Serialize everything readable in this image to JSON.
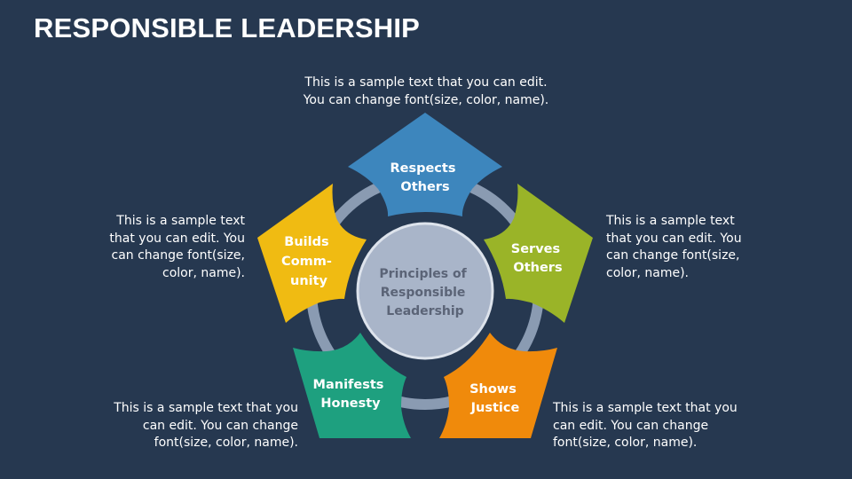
{
  "title": "RESPONSIBLE LEADERSHIP",
  "center": {
    "lines": [
      "Principles of",
      "Responsible",
      "Leadership"
    ]
  },
  "petals": [
    {
      "id": "respects-others",
      "lines": [
        "Respects",
        "Others"
      ],
      "color": "#3d86bd"
    },
    {
      "id": "serves-others",
      "lines": [
        "Serves",
        "Others"
      ],
      "color": "#9ab428"
    },
    {
      "id": "shows-justice",
      "lines": [
        "Shows",
        "Justice"
      ],
      "color": "#f08a0b"
    },
    {
      "id": "manifests-honesty",
      "lines": [
        "Manifests",
        "Honesty"
      ],
      "color": "#1ea07f"
    },
    {
      "id": "builds-community",
      "lines": [
        "Builds",
        "Comm-",
        "unity"
      ],
      "color": "#f0bb12"
    }
  ],
  "descriptions": {
    "top": "This is a sample text that you can edit.\nYou can change font(size, color, name).",
    "right": "This is a sample text\nthat you can edit. You\ncan change font(size,\ncolor, name).",
    "left": "This is a sample text\nthat you can edit. You\ncan change font(size,\ncolor, name).",
    "bottom_left": "This is a sample text that you\ncan edit. You can change\nfont(size, color, name).",
    "bottom_right": "This is a sample text that you\ncan edit. You can change\nfont(size, color, name)."
  },
  "colors": {
    "background": "#263850",
    "ring": "#8a9bb2",
    "center_fill": "#a9b5c9",
    "center_border": "#dde3ec"
  }
}
